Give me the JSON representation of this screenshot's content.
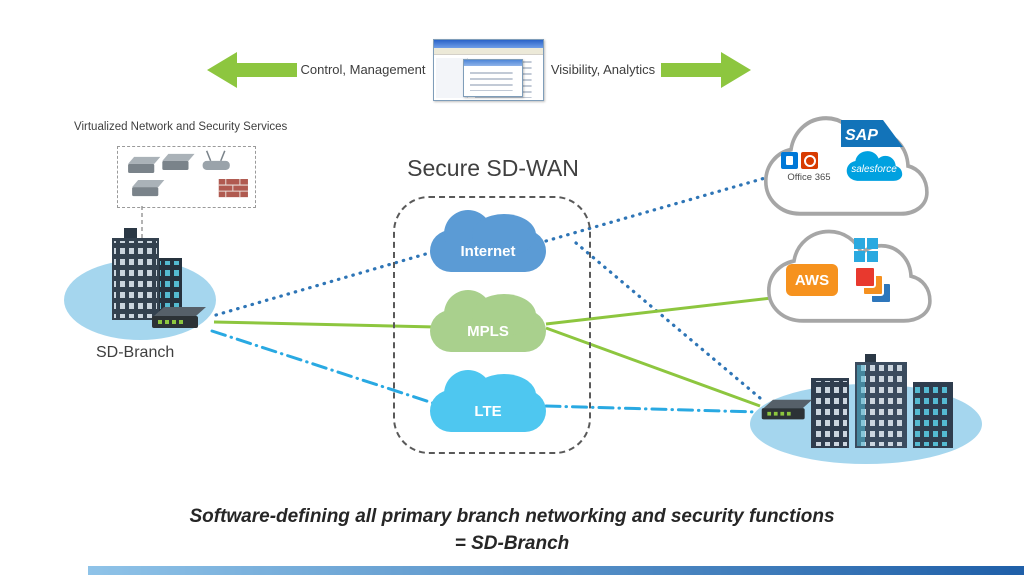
{
  "header": {
    "control_label": "Control, Management",
    "analytics_label": "Visibility, Analytics"
  },
  "left_site": {
    "services_label": "Virtualized Network and Security Services",
    "name": "SD-Branch"
  },
  "sdwan": {
    "title": "Secure SD-WAN",
    "clouds": [
      {
        "id": "internet",
        "label": "Internet",
        "color": "#5b9bd5"
      },
      {
        "id": "mpls",
        "label": "MPLS",
        "color": "#a9d08d"
      },
      {
        "id": "lte",
        "label": "LTE",
        "color": "#4ec7f0"
      }
    ]
  },
  "saas_cloud": {
    "sap_label": "SAP",
    "office_label": "Office 365",
    "salesforce_label": "salesforce"
  },
  "iaas_cloud": {
    "aws_label": "AWS"
  },
  "footer": {
    "line1": "Software-defining all primary branch networking and security functions",
    "line2": "= SD-Branch"
  },
  "colors": {
    "arrow_green": "#8dc63f",
    "line_green": "#8dc63f",
    "line_blue_dotted": "#2e75b6",
    "line_blue_dashdot": "#29a9e2",
    "site_ellipse": "#a5d6ee",
    "cloud_outline": "#a6a6a6",
    "sap_blue": "#1273b9",
    "salesforce_blue": "#00a1e0",
    "office_orange": "#d83b01",
    "tile_blue": "#0078d7",
    "aws_orange": "#f6921e",
    "microsoft_cyan": "#2aa9e0",
    "stack_red": "#e8392e",
    "stack_orange": "#f5901f",
    "stack_blue": "#2e77bc",
    "footer_bar_start": "#8fc3e8",
    "footer_bar_end": "#1f5fa8"
  }
}
